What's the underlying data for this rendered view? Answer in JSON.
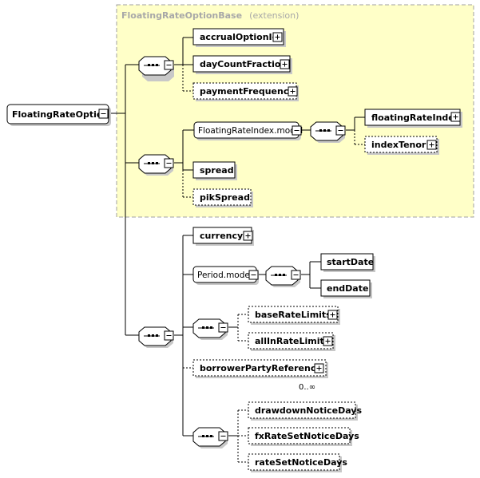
{
  "base": {
    "name": "FloatingRateOptionBase",
    "qualifier": "(extension)"
  },
  "root": {
    "label": "FloatingRateOption"
  },
  "elements": {
    "accrualOptionId": "accrualOptionId",
    "dayCountFraction": "dayCountFraction",
    "paymentFrequency": "paymentFrequency",
    "floatingRateIndexModel": "FloatingRateIndex.model",
    "floatingRateIndex": "floatingRateIndex",
    "indexTenor": "indexTenor",
    "spread": "spread",
    "pikSpread": "pikSpread",
    "currency": "currency",
    "periodModel": "Period.model",
    "startDate": "startDate",
    "endDate": "endDate",
    "baseRateLimits": "baseRateLimits",
    "allInRateLimits": "allInRateLimits",
    "borrowerPartyReference": "borrowerPartyReference",
    "borrowerOccurrence": "0..∞",
    "drawdownNoticeDays": "drawdownNoticeDays",
    "fxRateSetNoticeDays": "fxRateSetNoticeDays",
    "rateSetNoticeDays": "rateSetNoticeDays"
  },
  "colors": {
    "extension_fill": "#ffffc8",
    "extension_border": "#a0a0a0",
    "extension_title": "#a8a8a8"
  },
  "icons": [
    "expand-plus-icon",
    "collapse-minus-icon",
    "sequence-compositor-icon",
    "element-icon"
  ]
}
